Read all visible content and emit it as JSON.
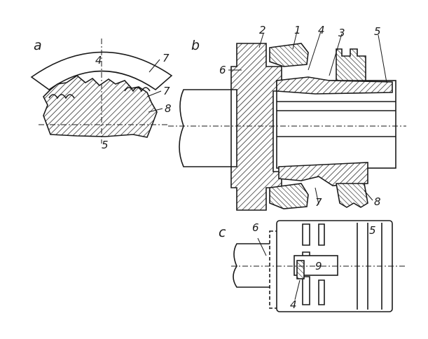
{
  "views": {
    "a": {
      "label": "a"
    },
    "b": {
      "label": "b"
    },
    "c": {
      "label": "c"
    }
  },
  "labels": {
    "a_4": "4",
    "a_7_top": "7",
    "a_7_mid": "7",
    "a_8": "8",
    "a_5": "5",
    "b_2": "2",
    "b_1": "1",
    "b_4": "4",
    "b_3": "3",
    "b_5": "5",
    "b_6": "6",
    "b_7": "7",
    "b_8": "8",
    "c_6": "6",
    "c_5": "5",
    "c_9": "9",
    "c_4": "4"
  },
  "colors": {
    "ink": "#1a1a1a",
    "paper": "#ffffff"
  }
}
